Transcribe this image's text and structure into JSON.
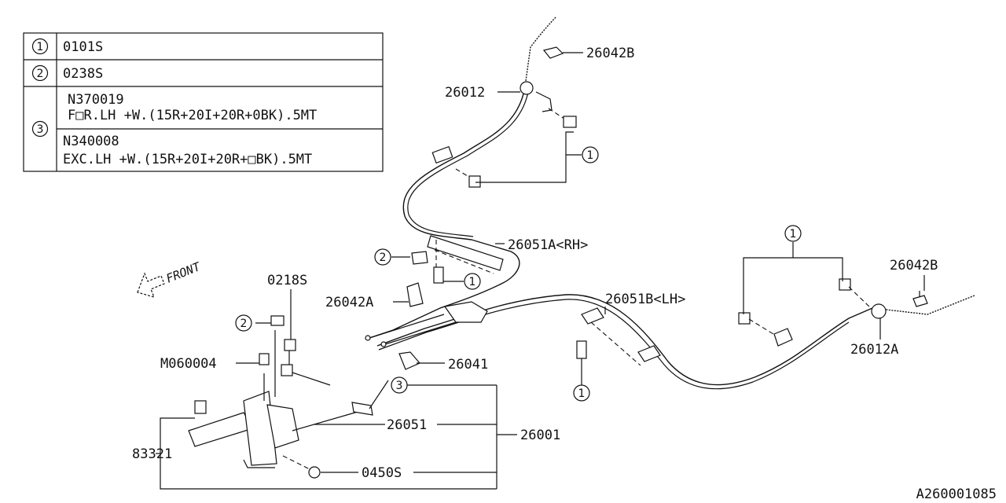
{
  "legend": {
    "rows": [
      {
        "num": "1",
        "lines": [
          "0101S"
        ]
      },
      {
        "num": "2",
        "lines": [
          "0238S"
        ]
      },
      {
        "num": "3",
        "lines": [
          "N370019",
          "F□R.LH +W.(15R+20I+20R+0BK).5MT",
          "N340008",
          "EXC.LH +W.(15R+20I+20R+□BK).5MT"
        ]
      }
    ]
  },
  "front_label": "FRONT",
  "part_labels": {
    "p26042B_top": "26042B",
    "p26012": "26012",
    "p26051A": "26051A<RH>",
    "p0218S": "0218S",
    "p26042A": "26042A",
    "p26051B": "26051B<LH>",
    "p26042B_right": "26042B",
    "p26012A": "26012A",
    "p26041": "26041",
    "pM060004": "M060004",
    "p26051": "26051",
    "p26001": "26001",
    "p83321": "83321",
    "p0450S": "0450S"
  },
  "callouts": {
    "c1": "1",
    "c2": "2",
    "c3": "3"
  },
  "drawing_id": "A260001085"
}
